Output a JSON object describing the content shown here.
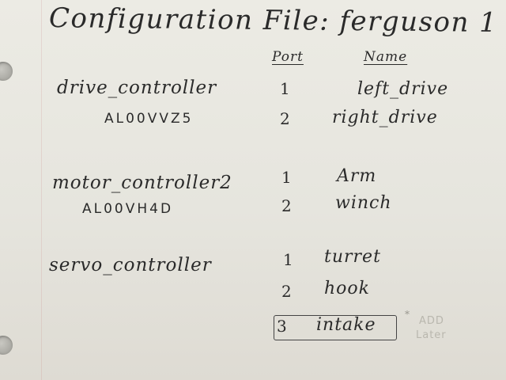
{
  "title": "Configuration File: ferguson 1",
  "headers": {
    "port": "Port",
    "name": "Name"
  },
  "controllers": [
    {
      "name": "drive_controller",
      "serial": "AL00VVZ5",
      "ports": [
        {
          "port": "1",
          "name": "left_drive"
        },
        {
          "port": "2",
          "name": "right_drive"
        }
      ]
    },
    {
      "name": "motor_controller2",
      "serial": "AL00VH4D",
      "ports": [
        {
          "port": "1",
          "name": "Arm"
        },
        {
          "port": "2",
          "name": "winch"
        }
      ]
    },
    {
      "name": "servo_controller",
      "serial": "",
      "ports": [
        {
          "port": "1",
          "name": "turret"
        },
        {
          "port": "2",
          "name": "hook"
        },
        {
          "port": "3",
          "name": "intake"
        }
      ]
    }
  ],
  "annotation": {
    "marker": "*",
    "line1": "ADD",
    "line2": "Later"
  }
}
